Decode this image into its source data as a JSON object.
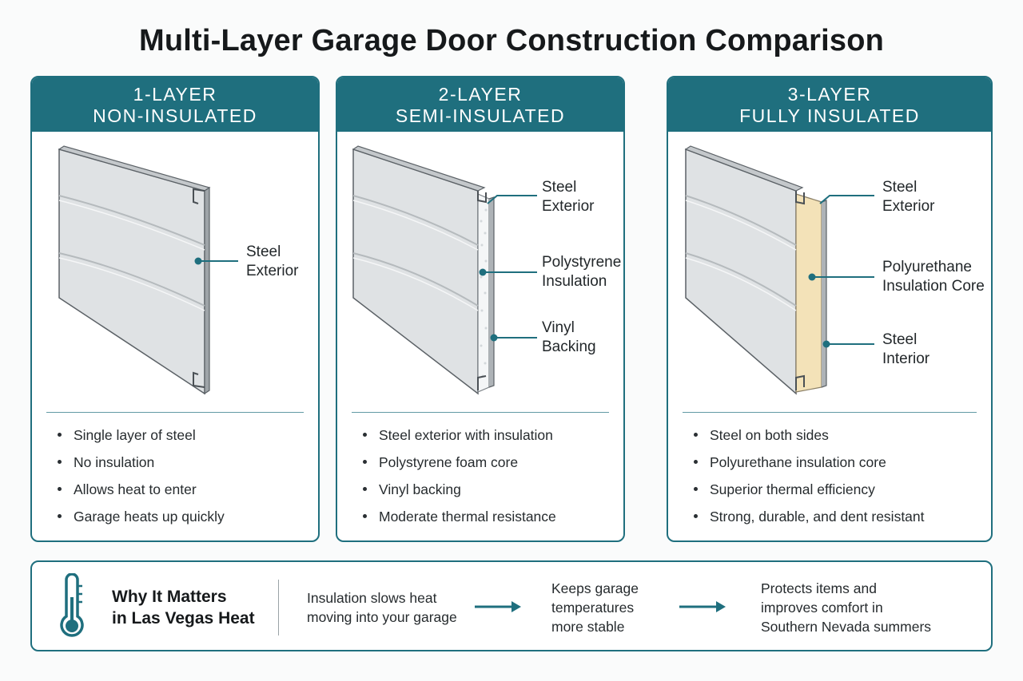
{
  "title": "Multi-Layer Garage Door Construction Comparison",
  "panels": [
    {
      "heading_line1": "1-LAYER",
      "heading_line2": "NON-INSULATED",
      "labels": [
        "Steel\nExterior"
      ],
      "bullets": [
        "Single layer of steel",
        "No insulation",
        "Allows heat to enter",
        "Garage heats up quickly"
      ]
    },
    {
      "heading_line1": "2-LAYER",
      "heading_line2": "SEMI-INSULATED",
      "labels": [
        "Steel\nExterior",
        "Polystyrene\nInsulation",
        "Vinyl\nBacking"
      ],
      "bullets": [
        "Steel exterior with insulation",
        "Polystyrene foam core",
        "Vinyl backing",
        "Moderate thermal resistance"
      ]
    },
    {
      "heading_line1": "3-LAYER",
      "heading_line2": "FULLY INSULATED",
      "labels": [
        "Steel\nExterior",
        "Polyurethane\nInsulation Core",
        "Steel\nInterior"
      ],
      "bullets": [
        "Steel on both sides",
        "Polyurethane insulation core",
        "Superior thermal efficiency",
        "Strong, durable, and dent resistant"
      ]
    }
  ],
  "footer": {
    "icon": "thermometer-icon",
    "heading": "Why It Matters\nin Las Vegas Heat",
    "steps": [
      "Insulation slows heat\nmoving into your garage",
      "Keeps garage\ntemperatures\nmore stable",
      "Protects items and\nimproves comfort in\nSouthern Nevada summers"
    ]
  },
  "colors": {
    "accent": "#1f6f7e",
    "steel": "#dfe2e4",
    "polystyrene": "#f4f6f7",
    "polyurethane": "#f3e2b8"
  }
}
